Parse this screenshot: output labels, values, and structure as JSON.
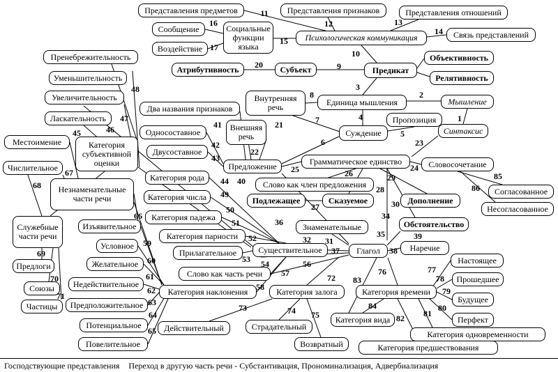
{
  "nodes": {
    "n_pred_predm": "Представления  предметов",
    "n_pred_prizn": "Представления признаков",
    "n_pred_otn": "Представления отношений",
    "n_soob": "Сообщение",
    "n_vozd": "Воздействие",
    "n_soc": "Социальные функции языка",
    "n_psych": "Психологическая коммуникация",
    "n_svyaz": "Связь представлений",
    "n_prenebr": "Пренебрежительность",
    "n_atrib": "Атрибутивность",
    "n_subj": "Субъект",
    "n_predikat": "Предикат",
    "n_obj": "Объективность",
    "n_relat": "Релятивность",
    "n_umensh": "Уменьшительность",
    "n_uvel": "Увеличительность",
    "n_vnutr": "Внутренняя речь",
    "n_edin": "Единица мышления",
    "n_mysh": "Мышление",
    "n_laskat": "Ласкательность",
    "n_dva": "Два названия признаков",
    "n_vnesh": "Внешняя речь",
    "n_prop": "Пропозиция",
    "n_sint": "Синтаксис",
    "n_mest": "Местоимение",
    "n_subocen": "Категория субъективной оценки",
    "n_odnos": "Односоставное",
    "n_suzhd": "Суждение",
    "n_dvus": "Двусоставное",
    "n_chisl": "Числительное",
    "n_predl": "Предложение",
    "n_gram": "Грамматическое единство",
    "n_slovosoch": "Словосочетание",
    "n_kat_roda": "Категория рода",
    "n_slovo_chlen": "Слово как член предложения",
    "n_neznam": "Незнаменательные части речи",
    "n_soglas": "Согласованное",
    "n_kat_chisla": "Категория числа",
    "n_podl": "Подлежащее",
    "n_skaz": "Сказуемое",
    "n_dopoln": "Дополнение",
    "n_nesogl": "Несогласованное",
    "n_kat_pad": "Категория падежа",
    "n_sluzh": "Служебные части речи",
    "n_obst": "Обстоятельство",
    "n_izyav": "Изъявительное",
    "n_znam": "Знаменательные",
    "n_kat_parn": "Категория парности",
    "n_uslov": "Условное",
    "n_narech": "Наречие",
    "n_sushch": "Существительное",
    "n_glagol": "Глагол",
    "n_prilag": "Прилагательное",
    "n_predlogi": "Предлоги",
    "n_nast": "Настоящее",
    "n_zhelat": "Желательное",
    "n_slovo_chast": "Слово как часть речи",
    "n_soyuzy": "Союзы",
    "n_proshed": "Прошедшее",
    "n_nedeistv": "Недействительное",
    "n_kat_zaloga": "Категория залога",
    "n_kat_vrem": "Категория времени",
    "n_kat_nakl": "Категория наклонения",
    "n_chast": "Частицы",
    "n_budush": "Будущее",
    "n_predpol": "Предположительное",
    "n_kat_vida": "Категория вида",
    "n_potenc": "Потенциальное",
    "n_perfekt": "Перфект",
    "n_strad": "Страдательный",
    "n_deistv": "Действительный",
    "n_kat_odnovr": "Категория одновременности",
    "n_povel": "Повелительное",
    "n_vozvr": "Возвратный",
    "n_kat_predsh": "Категория предшествования"
  },
  "edge_labels": [
    "1",
    "2",
    "3",
    "4",
    "5",
    "6",
    "7",
    "8",
    "9",
    "10",
    "11",
    "12",
    "13",
    "14",
    "15",
    "16",
    "17",
    "20",
    "21",
    "22",
    "23",
    "24",
    "25",
    "26",
    "27",
    "28",
    "29",
    "30",
    "31",
    "32",
    "34",
    "35",
    "36",
    "37",
    "38",
    "39",
    "40",
    "41",
    "42",
    "43",
    "44",
    "45",
    "46",
    "47",
    "48",
    "49",
    "50",
    "51",
    "52",
    "53",
    "54",
    "56",
    "57",
    "58",
    "59",
    "60",
    "61",
    "62",
    "63",
    "64",
    "65",
    "66",
    "67",
    "68",
    "69",
    "70",
    "71",
    "72",
    "73",
    "74",
    "75",
    "76",
    "77",
    "78",
    "79",
    "80",
    "81",
    "82",
    "83",
    "84",
    "85",
    "86"
  ],
  "footer": {
    "text1": "Господствующие представления",
    "text2": "Переход в другую часть речи  - Субстантивация,  Прономинализация,  Адвербиализация"
  }
}
